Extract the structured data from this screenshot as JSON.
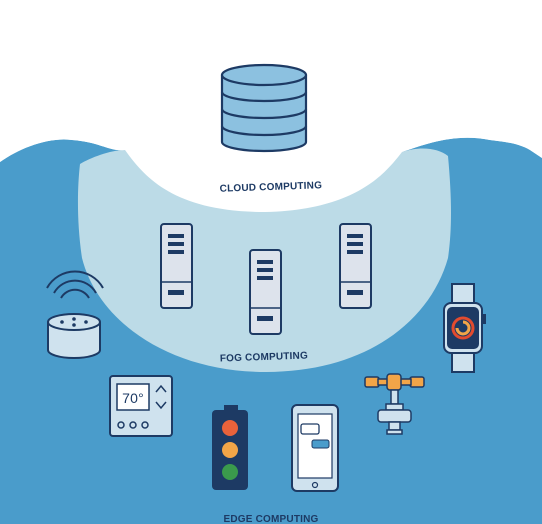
{
  "layers": {
    "cloud": {
      "label": "CLOUD COMPUTING"
    },
    "fog": {
      "label": "FOG COMPUTING"
    },
    "edge": {
      "label": "EDGE COMPUTING"
    }
  },
  "devices": {
    "thermostat": {
      "display": "70°"
    }
  },
  "colors": {
    "edge_fill": "#4a9ccb",
    "fog_fill": "#bcdbe7",
    "outline": "#1d3a64",
    "device_fill": "#cfe2ee",
    "database_fill": "#8cc1e0",
    "server_fill": "#dde3ec",
    "traffic_red": "#e8623b",
    "traffic_yellow": "#f2a548",
    "traffic_green": "#3a9a4c",
    "valve_orange": "#f2a548",
    "watch_ring_red": "#e24b2f",
    "watch_ring_orange": "#f2a548"
  },
  "icons": [
    "database-icon",
    "server-icon",
    "smart-speaker-icon",
    "thermostat-icon",
    "traffic-light-icon",
    "smartphone-icon",
    "valve-icon",
    "smartwatch-icon"
  ]
}
